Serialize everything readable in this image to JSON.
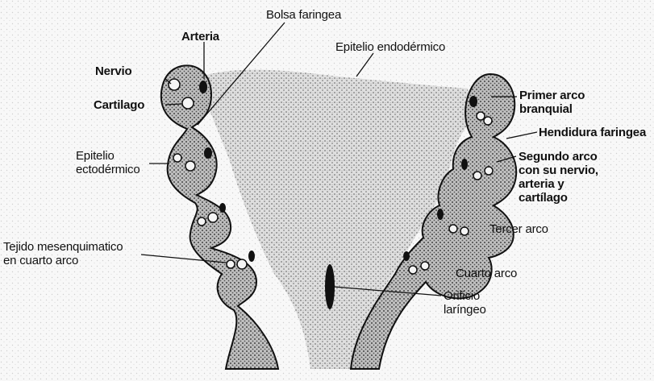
{
  "labels": {
    "bolsa_faringea": "Bolsa faringea",
    "arteria": "Arteria",
    "epitelio_endodermico": "Epitelio endodérmico",
    "nervio": "Nervio",
    "cartilago": "Cartilago",
    "primer_arco": [
      "Primer arco",
      "branquial"
    ],
    "hendidura_faringea": "Hendidura faringea",
    "epitelio_ectodermico": [
      "Epitelio",
      "ectodérmico"
    ],
    "segundo_arco": [
      "Segundo arco",
      "con su nervio,",
      "arteria y",
      "cartílago"
    ],
    "tercer_arco": "Tercer arco",
    "tejido_mesenquimatico": [
      "Tejido mesenquimatico",
      "en cuarto arco"
    ],
    "cuarto_arco": "Cuarto arco",
    "orificio_laringeo": [
      "Orificio",
      "laríngeo"
    ]
  }
}
